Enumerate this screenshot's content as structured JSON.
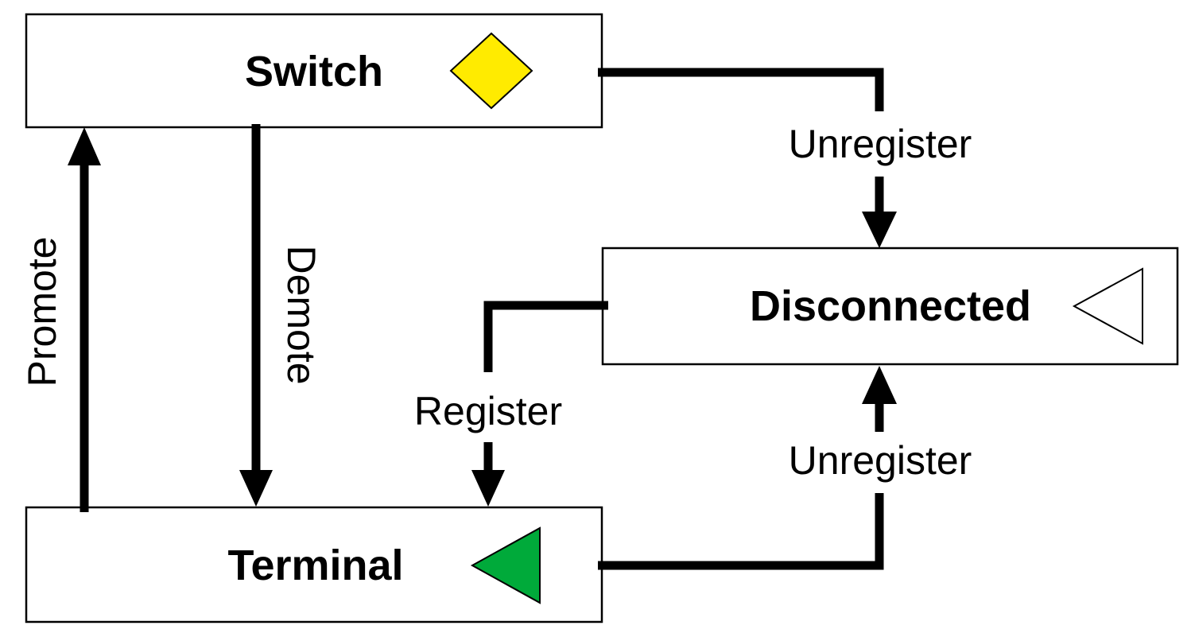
{
  "states": {
    "switch": {
      "label": "Switch",
      "icon": "yellow-diamond-icon",
      "color": "#FFEB00"
    },
    "disconnected": {
      "label": "Disconnected",
      "icon": "hollow-left-triangle-icon",
      "color": "#FFFFFF"
    },
    "terminal": {
      "label": "Terminal",
      "icon": "green-left-triangle-icon",
      "color": "#00AA3A"
    }
  },
  "transitions": {
    "promote": {
      "label": "Promote",
      "from": "Terminal",
      "to": "Switch"
    },
    "demote": {
      "label": "Demote",
      "from": "Switch",
      "to": "Terminal"
    },
    "unregister_switch": {
      "label": "Unregister",
      "from": "Switch",
      "to": "Disconnected"
    },
    "register": {
      "label": "Register",
      "from": "Disconnected",
      "to": "Terminal"
    },
    "unregister_terminal": {
      "label": "Unregister",
      "from": "Terminal",
      "to": "Disconnected"
    }
  }
}
